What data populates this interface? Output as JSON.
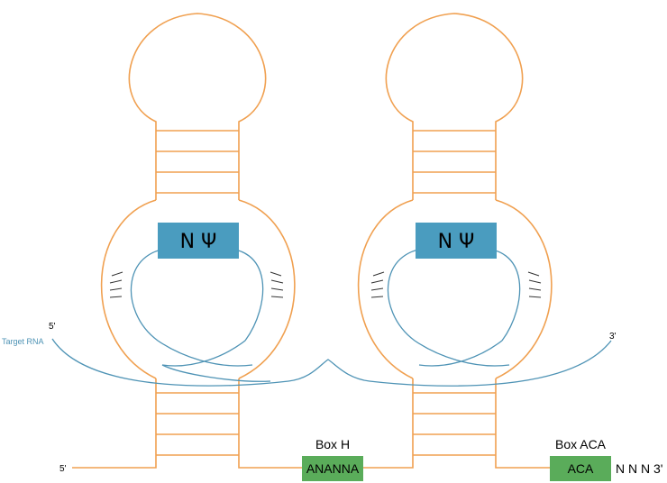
{
  "labels": {
    "five_prime_target": "5'",
    "target_rna": "Target RNA",
    "three_prime_target": "3'",
    "five_prime_guide": "5'",
    "box_h_title": "Box H",
    "box_h_seq": "ANANNA",
    "box_aca_title": "Box ACA",
    "box_aca_seq": "ACA",
    "tail": "N N N 3'",
    "pocket_left": "N Ψ",
    "pocket_right": "N Ψ"
  },
  "colors": {
    "guide_rna": "#f0a050",
    "target_rna": "#4e93b5",
    "pocket_box": "#4a9cbf",
    "box_green": "#5aac5a"
  }
}
